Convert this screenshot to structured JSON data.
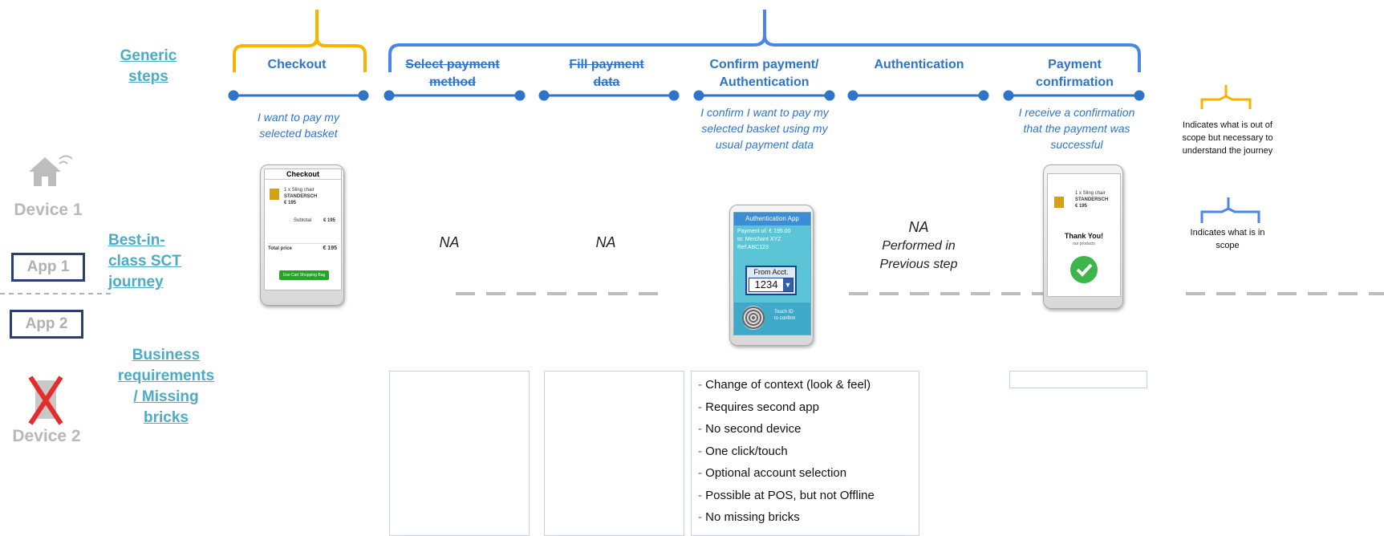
{
  "row_labels": {
    "generic_steps": [
      "Generic",
      "steps"
    ],
    "best_in_class": [
      "Best-in-",
      "class SCT",
      "journey"
    ],
    "business_requirements": [
      "Business",
      "requirements",
      "/ Missing",
      "bricks"
    ]
  },
  "devices": {
    "device1": "Device 1",
    "device2": "Device 2",
    "app1": "App 1",
    "app2": "App 2"
  },
  "steps": [
    {
      "label": [
        "Checkout"
      ],
      "strike": false,
      "desc": [
        "I want to pay my",
        "selected basket"
      ]
    },
    {
      "label": [
        "Select payment",
        "method"
      ],
      "strike": true
    },
    {
      "label": [
        "Fill payment",
        "data"
      ],
      "strike": true
    },
    {
      "label": [
        "Confirm payment/",
        "Authentication"
      ],
      "strike": false,
      "desc": [
        "I confirm I want to pay my",
        "selected basket using my",
        "usual payment data"
      ]
    },
    {
      "label": [
        "Authentication"
      ],
      "strike": false
    },
    {
      "label": [
        "Payment",
        "confirmation"
      ],
      "strike": false,
      "desc": [
        "I receive a confirmation",
        "that the payment was",
        "successful"
      ]
    }
  ],
  "na_labels": {
    "select_payment": "NA",
    "fill_payment": "NA",
    "authentication": [
      "NA",
      "Performed in",
      "Previous step"
    ]
  },
  "legend": {
    "out_of_scope": [
      "Indicates what is out of",
      "scope but necessary to",
      "understand the journey"
    ],
    "in_scope": [
      "Indicates what is in",
      "scope"
    ]
  },
  "phones": {
    "checkout": {
      "header": "Checkout",
      "product": [
        "1 x Sling chair",
        "STANDERSCH",
        "€ 195"
      ],
      "subtotal_label": "Subtotal",
      "subtotal_value": "€ 195",
      "total_label": "Total price",
      "total_value": "€ 195",
      "button": "Use Cart Shopping Bag"
    },
    "auth": {
      "header": "Authentication App",
      "payment": "Payment of: € 195.00",
      "to": "to: Merchant XYZ",
      "ref": "Ref:ABC123",
      "from_acct": "From Acct.",
      "account": "1234",
      "touch": [
        "Touch ID",
        "to confirm"
      ]
    },
    "confirmation": {
      "product": [
        "1 x Sling chair",
        "STANDERSCH",
        "€ 195"
      ],
      "thank_you": "Thank You!",
      "sub": "our products"
    }
  },
  "requirements": [
    "Change of context (look & feel)",
    "Requires second app",
    "No second device",
    "One click/touch",
    "Optional account selection",
    "Possible at POS, but not Offline",
    "No missing bricks"
  ],
  "colors": {
    "accent_blue": "#2e75c9",
    "bracket_blue": "#4a86e8",
    "bracket_yellow": "#f4b400",
    "teal": "#4bacc6",
    "device_grey": "#b8b8b8",
    "app_border": "#2c3e70",
    "green": "#3cb54a",
    "red": "#e52c2c"
  }
}
